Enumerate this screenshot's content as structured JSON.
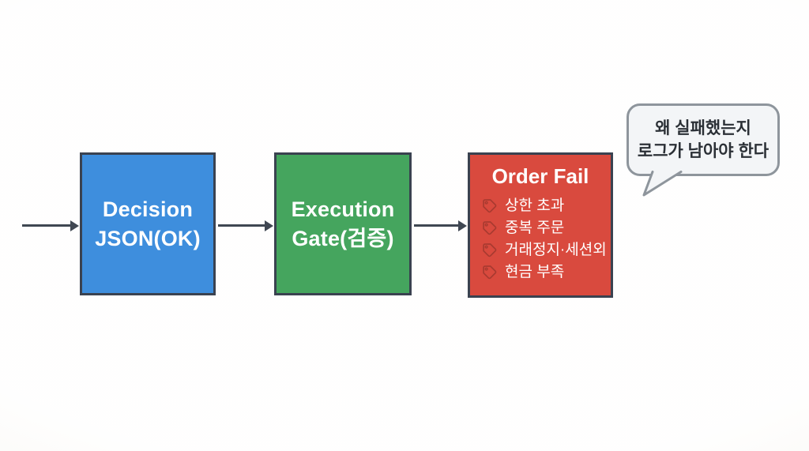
{
  "colors": {
    "bg": "#FBFAF6",
    "blue": "#3E8EDD",
    "green": "#45A55E",
    "red": "#D94A3E",
    "border": "#3A4250",
    "arrow": "#3F4752",
    "tag": "#A83A30",
    "bubble-bg": "#F3F5F7",
    "bubble-border": "#8E959C",
    "bubble-text": "#2B3036"
  },
  "flow": {
    "nodes": [
      {
        "id": "decision",
        "lines": [
          "Decision",
          "JSON(OK)"
        ],
        "color": "#3E8EDD"
      },
      {
        "id": "execution",
        "lines": [
          "Execution",
          "Gate(검증)"
        ],
        "color": "#45A55E"
      },
      {
        "id": "order-fail",
        "title": "Order Fail",
        "color": "#D94A3E",
        "items": [
          "상한 초과",
          "중복 주문",
          "거래정지·세션외",
          "현금 부족"
        ]
      }
    ]
  },
  "speech_bubble": {
    "lines": [
      "왜 실패했는지",
      "로그가 남아야 한다"
    ]
  }
}
